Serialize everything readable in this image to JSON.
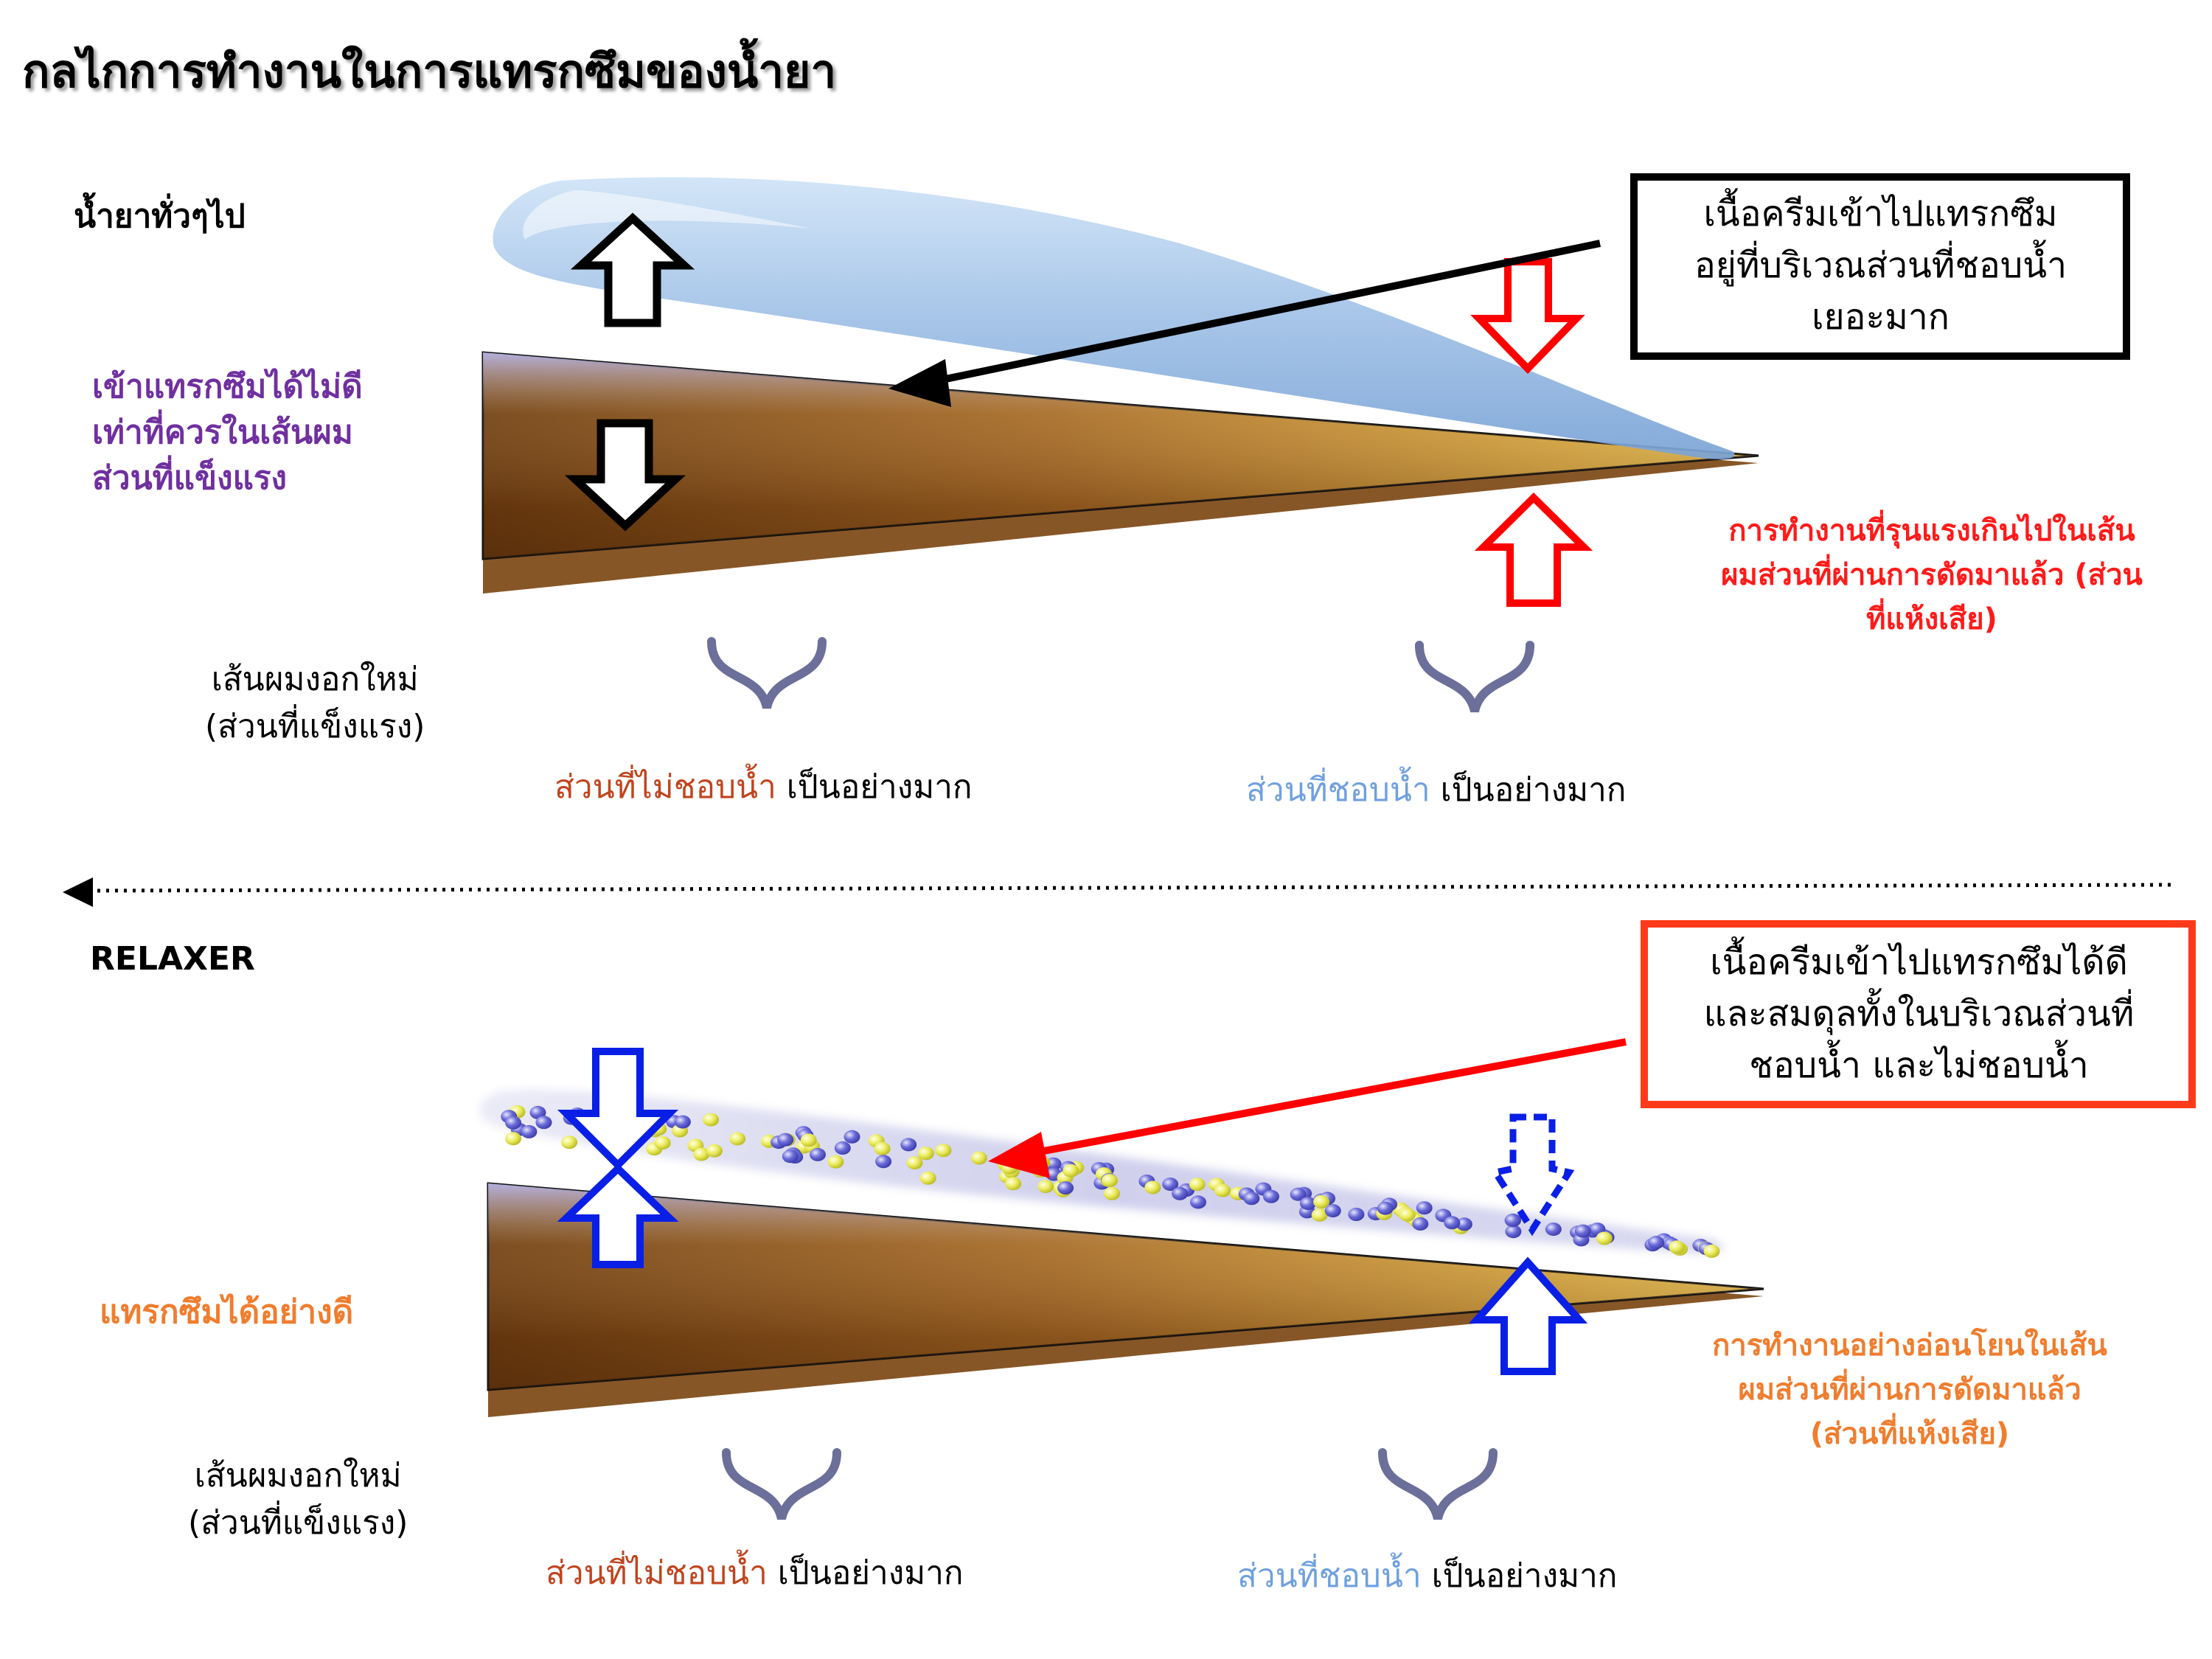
{
  "title": "กลไกการทำงานในการแทรกซึมของน้ำยา",
  "top_section": {
    "label": "น้ำยาทั่วๆไป",
    "left_note_lines": [
      "เข้าแทรกซึมได้ไม่ดี",
      "เท่าที่ควรในเส้นผม",
      "ส่วนที่แข็งแรง"
    ],
    "box_lines": [
      "เนื้อครีมเข้าไปแทรกซึม",
      "อยู่ที่บริเวณส่วนที่ชอบน้ำ",
      "เยอะมาก"
    ],
    "right_note_lines": [
      "การทำงานที่รุนแรงเกินไปในเส้น",
      "ผมส่วนที่ผ่านการดัดมาแล้ว (ส่วน",
      "ที่แห้งเสีย)"
    ],
    "hair_label_lines": [
      "เส้นผมงอกใหม่",
      "(ส่วนที่แข็งแรง)"
    ],
    "caption_left_colored": "ส่วนที่ไม่ชอบน้ำ",
    "caption_left_rest": " เป็นอย่างมาก",
    "caption_right_colored": "ส่วนที่ชอบน้ำ",
    "caption_right_rest": " เป็นอย่างมาก"
  },
  "bottom_section": {
    "label": "RELAXER",
    "left_note": "แทรกซึมได้อย่างดี",
    "box_lines": [
      "เนื้อครีมเข้าไปแทรกซึมได้ดี",
      "และสมดุลทั้งในบริเวณส่วนที่",
      "ชอบน้ำ และไม่ชอบน้ำ"
    ],
    "right_note_lines": [
      "การทำงานอย่างอ่อนโยนในเส้น",
      "ผมส่วนที่ผ่านการดัดมาแล้ว",
      "(ส่วนที่แห้งเสีย)"
    ],
    "hair_label_lines": [
      "เส้นผมงอกใหม่",
      "(ส่วนที่แข็งแรง)"
    ],
    "caption_left_colored": "ส่วนที่ไม่ชอบน้ำ",
    "caption_left_rest": " เป็นอย่างมาก",
    "caption_right_colored": "ส่วนที่ชอบน้ำ",
    "caption_right_rest": " เป็นอย่างมาก"
  },
  "colors": {
    "purple_text": "#7030a0",
    "red": "#ff0000",
    "orange": "#f07d2e",
    "blue_arrow": "#0a1fe6",
    "brace": "#6b6f99",
    "hydrophobic": "#c0441e",
    "hydrophilic": "#6fa0e0"
  }
}
